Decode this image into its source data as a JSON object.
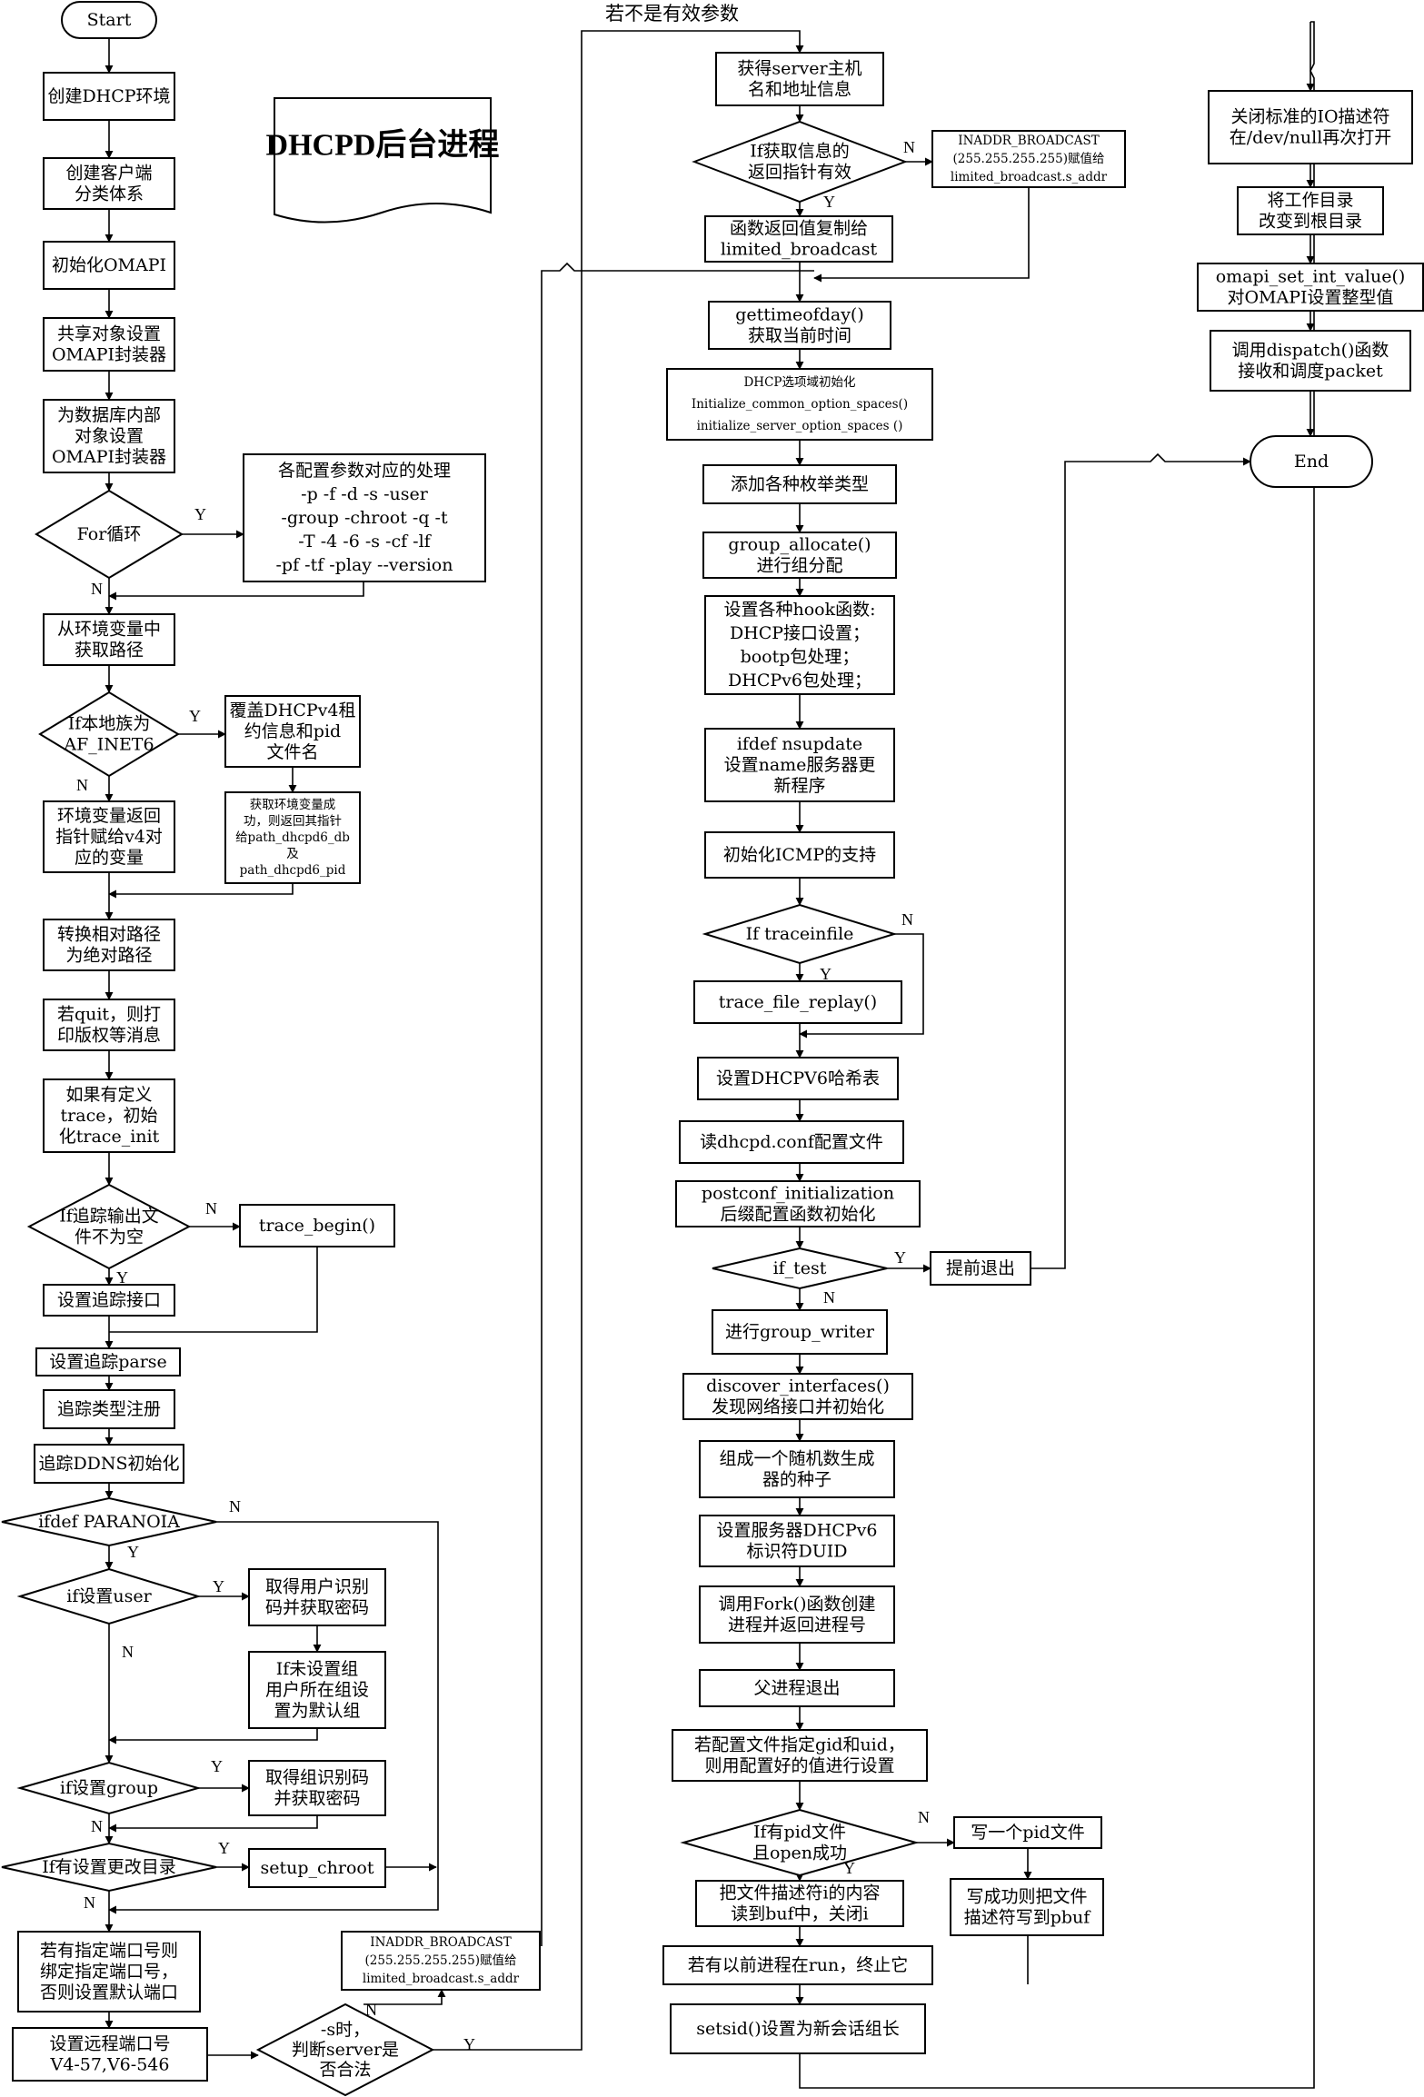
{
  "title": "DHCPD后台进程",
  "branch_labels": {
    "yes": "Y",
    "no": "N"
  },
  "top_note": "若不是有效参数",
  "nodes": {
    "start": "Start",
    "c1_env": "创建DHCP环境",
    "c1_client_l1": "创建客户端",
    "c1_client_l2": "分类体系",
    "c1_omapi": "初始化OMAPI",
    "c1_share_l1": "共享对象设置",
    "c1_share_l2": "OMAPI封装器",
    "c1_db_l1": "为数据库内部",
    "c1_db_l2": "对象设置",
    "c1_db_l3": "OMAPI封装器",
    "c1_for": "For循环",
    "c1_params_l1": "各配置参数对应的处理",
    "c1_params_l2": "-p -f -d -s -user",
    "c1_params_l3": "-group -chroot -q -t",
    "c1_params_l4": "-T -4 -6 -s -cf -lf",
    "c1_params_l5": "-pf -tf -play --version",
    "c1_path_l1": "从环境变量中",
    "c1_path_l2": "获取路径",
    "c1_inet6_l1": "If本地族为",
    "c1_inet6_l2": "AF_INET6",
    "c1_cover_l1": "覆盖DHCPv4租",
    "c1_cover_l2": "约信息和pid",
    "c1_cover_l3": "文件名",
    "c1_getenv_l1": "获取环境变量成",
    "c1_getenv_l2": "功，则返回其指针",
    "c1_getenv_l3": "给path_dhcpd6_db",
    "c1_getenv_l4": "及",
    "c1_getenv_l5": "path_dhcpd6_pid",
    "c1_v4_l1": "环境变量返回",
    "c1_v4_l2": "指针赋给v4对",
    "c1_v4_l3": "应的变量",
    "c1_abs_l1": "转换相对路径",
    "c1_abs_l2": "为绝对路径",
    "c1_quit_l1": "若quit，则打",
    "c1_quit_l2": "印版权等消息",
    "c1_trace_l1": "如果有定义",
    "c1_trace_l2": "trace，初始",
    "c1_trace_l3": "化trace_init",
    "c1_traceout_l1": "If追踪输出文",
    "c1_traceout_l2": "件不为空",
    "c1_tracebegin": "trace_begin()",
    "c1_setiface": "设置追踪接口",
    "c1_parse": "设置追踪parse",
    "c1_typereg": "追踪类型注册",
    "c1_ddns": "追踪DDNS初始化",
    "c1_paranoia": "ifdef PARANOIA",
    "c1_user": "if设置user",
    "c1_uid_l1": "取得用户识别",
    "c1_uid_l2": "码并获取密码",
    "c1_nogroup_l1": "If未设置组",
    "c1_nogroup_l2": "用户所在组设",
    "c1_nogroup_l3": "置为默认组",
    "c1_group": "if设置group",
    "c1_gid_l1": "取得组识别码",
    "c1_gid_l2": "并获取密码",
    "c1_chdir": "If有设置更改目录",
    "c1_chroot": "setup_chroot",
    "c1_port_l1": "若有指定端口号则",
    "c1_port_l2": "绑定指定端口号，",
    "c1_port_l3": "否则设置默认端口",
    "c1_rport_l1": "设置远程端口号",
    "c1_rport_l2": "V4-57,V6-546",
    "s_check_l1": "-s时，",
    "s_check_l2": "判断server是",
    "s_check_l3": "否合法",
    "bcast1_l1": "INADDR_BROADCAST",
    "bcast1_l2": "(255.255.255.255)赋值给",
    "bcast1_l3": "limited_broadcast.s_addr",
    "c2_server_l1": "获得server主机",
    "c2_server_l2": "名和地址信息",
    "c2_valid_l1": "If获取信息的",
    "c2_valid_l2": "返回指针有效",
    "bcast2_l1": "INADDR_BROADCAST",
    "bcast2_l2": "(255.255.255.255)赋值给",
    "bcast2_l3": "limited_broadcast.s_addr",
    "c2_copy_l1": "函数返回值复制给",
    "c2_copy_l2": "limited_broadcast",
    "c2_time_l1": "gettimeofday()",
    "c2_time_l2": "获取当前时间",
    "c2_opt_l1": "DHCP选项域初始化",
    "c2_opt_l2": "Initialize_common_option_spaces()",
    "c2_opt_l3": "initialize_server_option_spaces ()",
    "c2_enum": "添加各种枚举类型",
    "c2_galloc_l1": "group_allocate()",
    "c2_galloc_l2": "进行组分配",
    "c2_hook_l1": "设置各种hook函数:",
    "c2_hook_l2": "DHCP接口设置；",
    "c2_hook_l3": "bootp包处理；",
    "c2_hook_l4": "DHCPv6包处理；",
    "c2_nsupd_l1": "ifdef nsupdate",
    "c2_nsupd_l2": "设置name服务器更",
    "c2_nsupd_l3": "新程序",
    "c2_icmp": "初始化ICMP的支持",
    "c2_traceinfile": "If traceinfile",
    "c2_replay": "trace_file_replay()",
    "c2_hash": "设置DHCPV6哈希表",
    "c2_conf": "读dhcpd.conf配置文件",
    "c2_postconf_l1": "postconf_initialization",
    "c2_postconf_l2": "后缀配置函数初始化",
    "c2_iftest": "if_test",
    "c2_exit": "提前退出",
    "c2_gwriter": "进行group_writer",
    "c2_discover_l1": "discover_interfaces()",
    "c2_discover_l2": "发现网络接口并初始化",
    "c2_rand_l1": "组成一个随机数生成",
    "c2_rand_l2": "器的种子",
    "c2_duid_l1": "设置服务器DHCPv6",
    "c2_duid_l2": "标识符DUID",
    "c2_fork_l1": "调用Fork()函数创建",
    "c2_fork_l2": "进程并返回进程号",
    "c2_parent": "父进程退出",
    "c2_giduid_l1": "若配置文件指定gid和uid，",
    "c2_giduid_l2": "则用配置好的值进行设置",
    "c2_pidf_l1": "If有pid文件",
    "c2_pidf_l2": "且open成功",
    "c2_writepid": "写一个pid文件",
    "c2_pidbuf_l1": "写成功则把文件",
    "c2_pidbuf_l2": "描述符写到pbuf",
    "c2_readbuf_l1": "把文件描述符i的内容",
    "c2_readbuf_l2": "读到buf中，关闭i",
    "c2_kill": "若有以前进程在run，终止它",
    "c2_setsid": "setsid()设置为新会话组长",
    "c3_null_l1": "关闭标准的IO描述符",
    "c3_null_l2": "在/dev/null再次打开",
    "c3_root_l1": "将工作目录",
    "c3_root_l2": "改变到根目录",
    "c3_setint_l1": "omapi_set_int_value()",
    "c3_setint_l2": "对OMAPI设置整型值",
    "c3_dispatch_l1": "调用dispatch()函数",
    "c3_dispatch_l2": "接收和调度packet",
    "end": "End"
  }
}
